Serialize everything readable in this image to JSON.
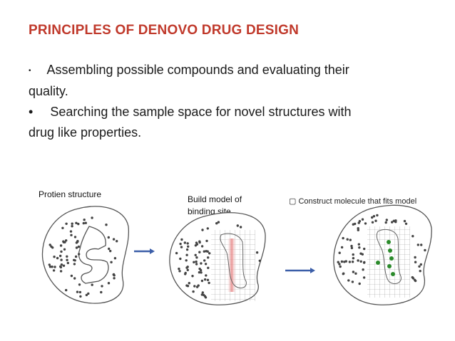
{
  "slide": {
    "title": "PRINCIPLES OF DENOVO DRUG DESIGN",
    "bullets": [
      {
        "marker": "•",
        "text": "Assembling possible compounds and evaluating their",
        "cont": "quality."
      },
      {
        "marker": "•",
        "text": "Searching the sample space for novel  structures with",
        "cont": "drug like properties."
      }
    ],
    "figure": {
      "label_protein": "Protien structure",
      "label_model_1": "Build model of",
      "label_model_2": "binding site",
      "label_construct": "▢ Construct molecule that fits model",
      "colors": {
        "arrow": "#3b5ea8",
        "ligand": "#2a8a2a",
        "site": "#d9534f",
        "outline": "#555555"
      }
    }
  }
}
